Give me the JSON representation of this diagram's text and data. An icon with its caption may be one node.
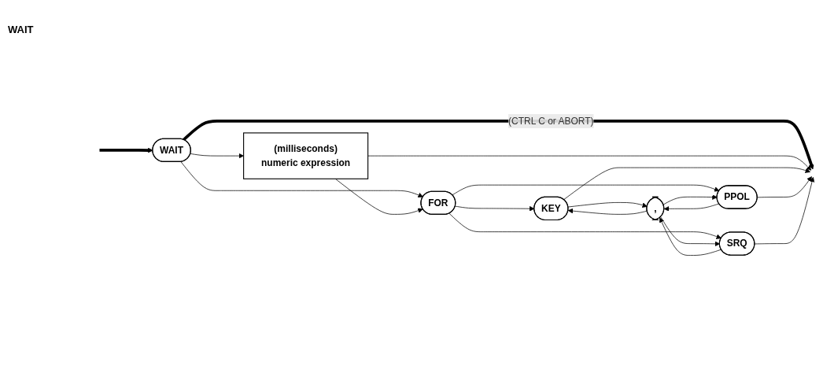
{
  "diagram": {
    "nodes": [
      {
        "text": [
          "WAIT"
        ]
      },
      {
        "text": [
          "(milliseconds)",
          "numeric expression"
        ]
      },
      {
        "text": [
          "FOR"
        ]
      },
      {
        "text": [
          "KEY"
        ]
      },
      {
        "text": [
          "PPOL"
        ]
      },
      {
        "text": [
          "SRQ"
        ]
      },
      {
        "text": [
          ","
        ]
      }
    ],
    "edges": [
      {
        "from": null,
        "to": 0,
        "arrow": "to",
        "style": "thick"
      },
      {
        "from": 0,
        "to": 1,
        "arrow": "to"
      },
      {
        "from": 0,
        "to": null,
        "arrow": "to",
        "style": "thick",
        "label": "(CTRL C or ABORT)"
      },
      {
        "from": 1,
        "to": null,
        "arrow": "to"
      },
      {
        "from": 0,
        "to": 2,
        "arrow": "to"
      },
      {
        "from": 1,
        "to": 2,
        "arrow": "to"
      },
      {
        "from": 2,
        "to": 3,
        "arrow": "to"
      },
      {
        "from": 2,
        "to": 4,
        "arrow": "to"
      },
      {
        "from": 2,
        "to": 5,
        "arrow": "to"
      },
      {
        "from": 3,
        "to": null,
        "arrow": "to"
      },
      {
        "from": 4,
        "to": null,
        "arrow": "to"
      },
      {
        "from": 5,
        "to": null,
        "arrow": "to"
      },
      {
        "from": 3,
        "to": 6,
        "arrow": "to"
      },
      {
        "from": 4,
        "to": 6,
        "arrow": "to"
      },
      {
        "from": 5,
        "to": 6,
        "arrow": "to"
      },
      {
        "from": 6,
        "to": 3,
        "arrow": "to"
      },
      {
        "from": 6,
        "to": 4,
        "arrow": "to"
      },
      {
        "from": 6,
        "to": 5,
        "arrow": "to"
      }
    ],
    "labels": [
      "WAIT"
    ]
  }
}
